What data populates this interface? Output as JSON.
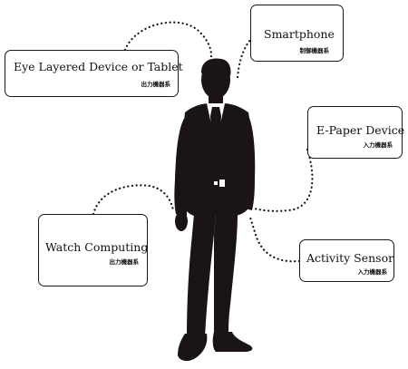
{
  "devices": [
    {
      "title": "Eye Layered Device or Tablet",
      "subtitle": "出力機器系"
    },
    {
      "title": "Smartphone",
      "subtitle": "制御機器系"
    },
    {
      "title": "E-Paper Device",
      "subtitle": "入力機器系"
    },
    {
      "title": "Watch Computing",
      "subtitle": "出力機器系"
    },
    {
      "title": "Activity Sensor",
      "subtitle": "入力機器系"
    }
  ],
  "colors": {
    "figure": "#1a1414",
    "line": "#111111",
    "background": "#ffffff"
  }
}
